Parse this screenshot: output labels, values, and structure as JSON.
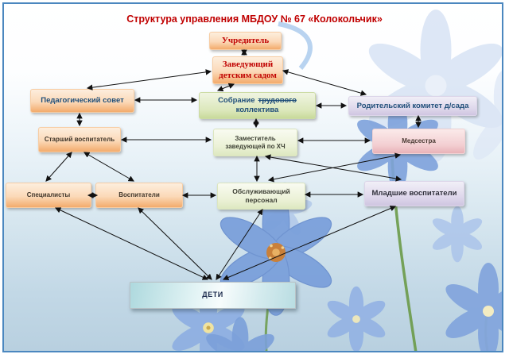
{
  "page": {
    "title": "Структура управления МБДОУ № 67 «Колокольчик»"
  },
  "nodes": {
    "founder": {
      "label": "Учредитель"
    },
    "head": {
      "line1": "Заведующий",
      "line2": "детским садом"
    },
    "ped_council": {
      "label": "Педагогический совет"
    },
    "assembly": {
      "line1_normal": "Собрание",
      "line1_struck": "трудового",
      "line2": "коллектива"
    },
    "parent_committee": {
      "label": "Родительский комитет д/сада"
    },
    "senior_educator": {
      "label": "Старший воспитатель"
    },
    "deputy_head": {
      "line1": "Заместитель",
      "line2": "заведующей по ХЧ"
    },
    "nurse": {
      "label": "Медсестра"
    },
    "specialists": {
      "label": "Специалисты"
    },
    "educators": {
      "label": "Воспитатели"
    },
    "service_staff": {
      "line1": "Обслуживающий",
      "line2": "персонал"
    },
    "junior_educators": {
      "label": "Младшие воспитатели"
    },
    "children": {
      "label": "ДЕТИ"
    }
  },
  "colors": {
    "title_red": "#C00000",
    "founder_text_red": "#C00000",
    "navy_text": "#1F4E79",
    "orange_box": "#F8D6B4",
    "green_box": "#DBE7BA",
    "light_green_box": "#EBF1D6",
    "lavender_box": "#DED7EB",
    "pink_box": "#F3CFD2",
    "teal_box": "#D4EBEE",
    "arrow_color": "#111111",
    "page_border_blue": "#4B87BF"
  }
}
